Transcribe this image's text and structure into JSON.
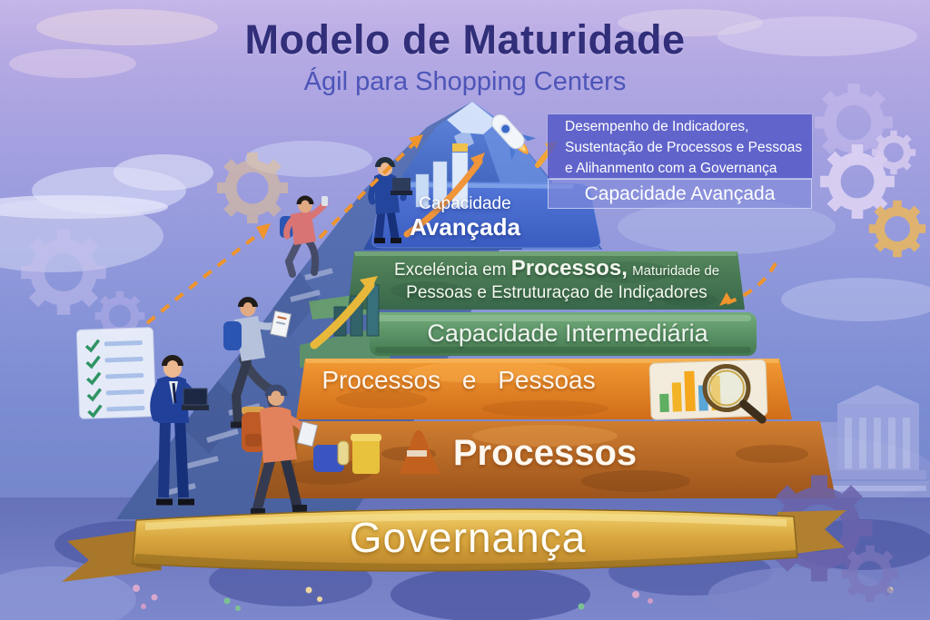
{
  "header": {
    "title": "Modelo de Maturidade",
    "subtitle": "Ágil para Shopping Centers"
  },
  "advanced_callout": {
    "line1": "Desempenho de Indicadores,",
    "line2": "Sustentação de Processos e Pessoas",
    "line3": "e Alihanmento com a Governança",
    "label": "Capacidade Avançada"
  },
  "peak": {
    "label_line1": "Capacidade",
    "label_line2": "Avançada"
  },
  "intermediate": {
    "desc_seg1": "Exceléncia em",
    "desc_seg2": "Processos,",
    "desc_seg3": "Maturidade de",
    "desc_line2": "Pessoas e Estruturaçao de Indiçadores",
    "label": "Capacidade Intermediária"
  },
  "levels": {
    "processes_people": "Processos e Pessoas",
    "processes": "Processos",
    "governance": "Governança"
  },
  "icons": {
    "rocket": "rocket-icon",
    "gear": "gear-icon",
    "checklist": "checklist-icon",
    "summit_bar_chart": "bar-chart-icon",
    "growth_arrow": "growth-arrow-icon",
    "analytics_chart": "analytics-bar-chart-icon",
    "magnifier": "magnifier-icon"
  },
  "palette": {
    "title_navy": "#312e7a",
    "subtitle_blue": "#4d55b8",
    "mountain_blue": "#3f6ac9",
    "band_green": "#4a7d55",
    "band_orange": "#e8862a",
    "band_rust": "#c06a24",
    "banner_gold": "#d9a63c",
    "arrow_orange": "#f0942c",
    "callout_indigo": "#5458c6"
  }
}
